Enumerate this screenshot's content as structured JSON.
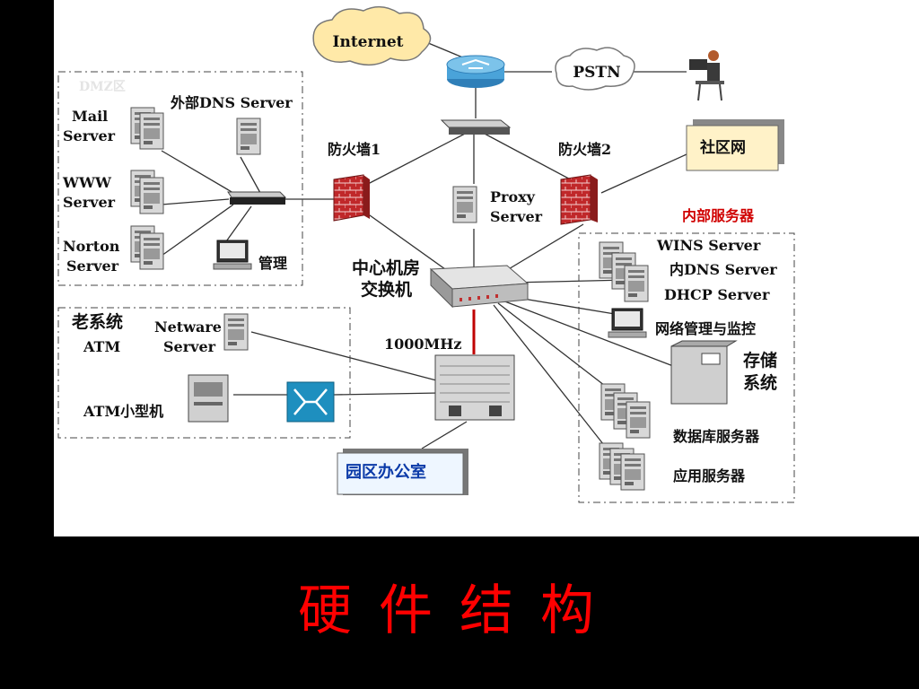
{
  "colors": {
    "background": "#000000",
    "diagram_bg": "#ffffff",
    "title": "#ff0000",
    "firewall": "#c0282a",
    "accent_red_label": "#d00000",
    "router_blue": "#4aa3d9",
    "switch_cyan": "#2aa7c9"
  },
  "nodes": {
    "internet": "Internet",
    "pstn": "PSTN",
    "community_net": "社区网",
    "campus_office": "园区办公室",
    "firewall1": "防火墙1",
    "firewall2": "防火墙2",
    "proxy": [
      "Proxy",
      "Server"
    ],
    "core_switch": [
      "中心机房",
      "交换机"
    ],
    "gigabit": "1000MHz"
  },
  "dmz": {
    "faded_title": "DMZ区",
    "mail": [
      "Mail",
      "Server"
    ],
    "www": [
      "WWW",
      "Server"
    ],
    "norton": [
      "Norton",
      "Server"
    ],
    "ext_dns": "外部DNS Server",
    "mgmt": "管理"
  },
  "legacy": {
    "title": [
      "老系统",
      "ATM"
    ],
    "netware": [
      "Netware",
      "Server"
    ],
    "atm_mini": "ATM小型机"
  },
  "internal": {
    "title": "内部服务器",
    "wins": "WINS Server",
    "dns": "内DNS  Server",
    "dhcp": "DHCP  Server",
    "netmgmt": "网络管理与监控",
    "storage": [
      "存储",
      "系统"
    ],
    "db": "数据库服务器",
    "app": "应用服务器"
  },
  "slide_title": "硬件结构"
}
